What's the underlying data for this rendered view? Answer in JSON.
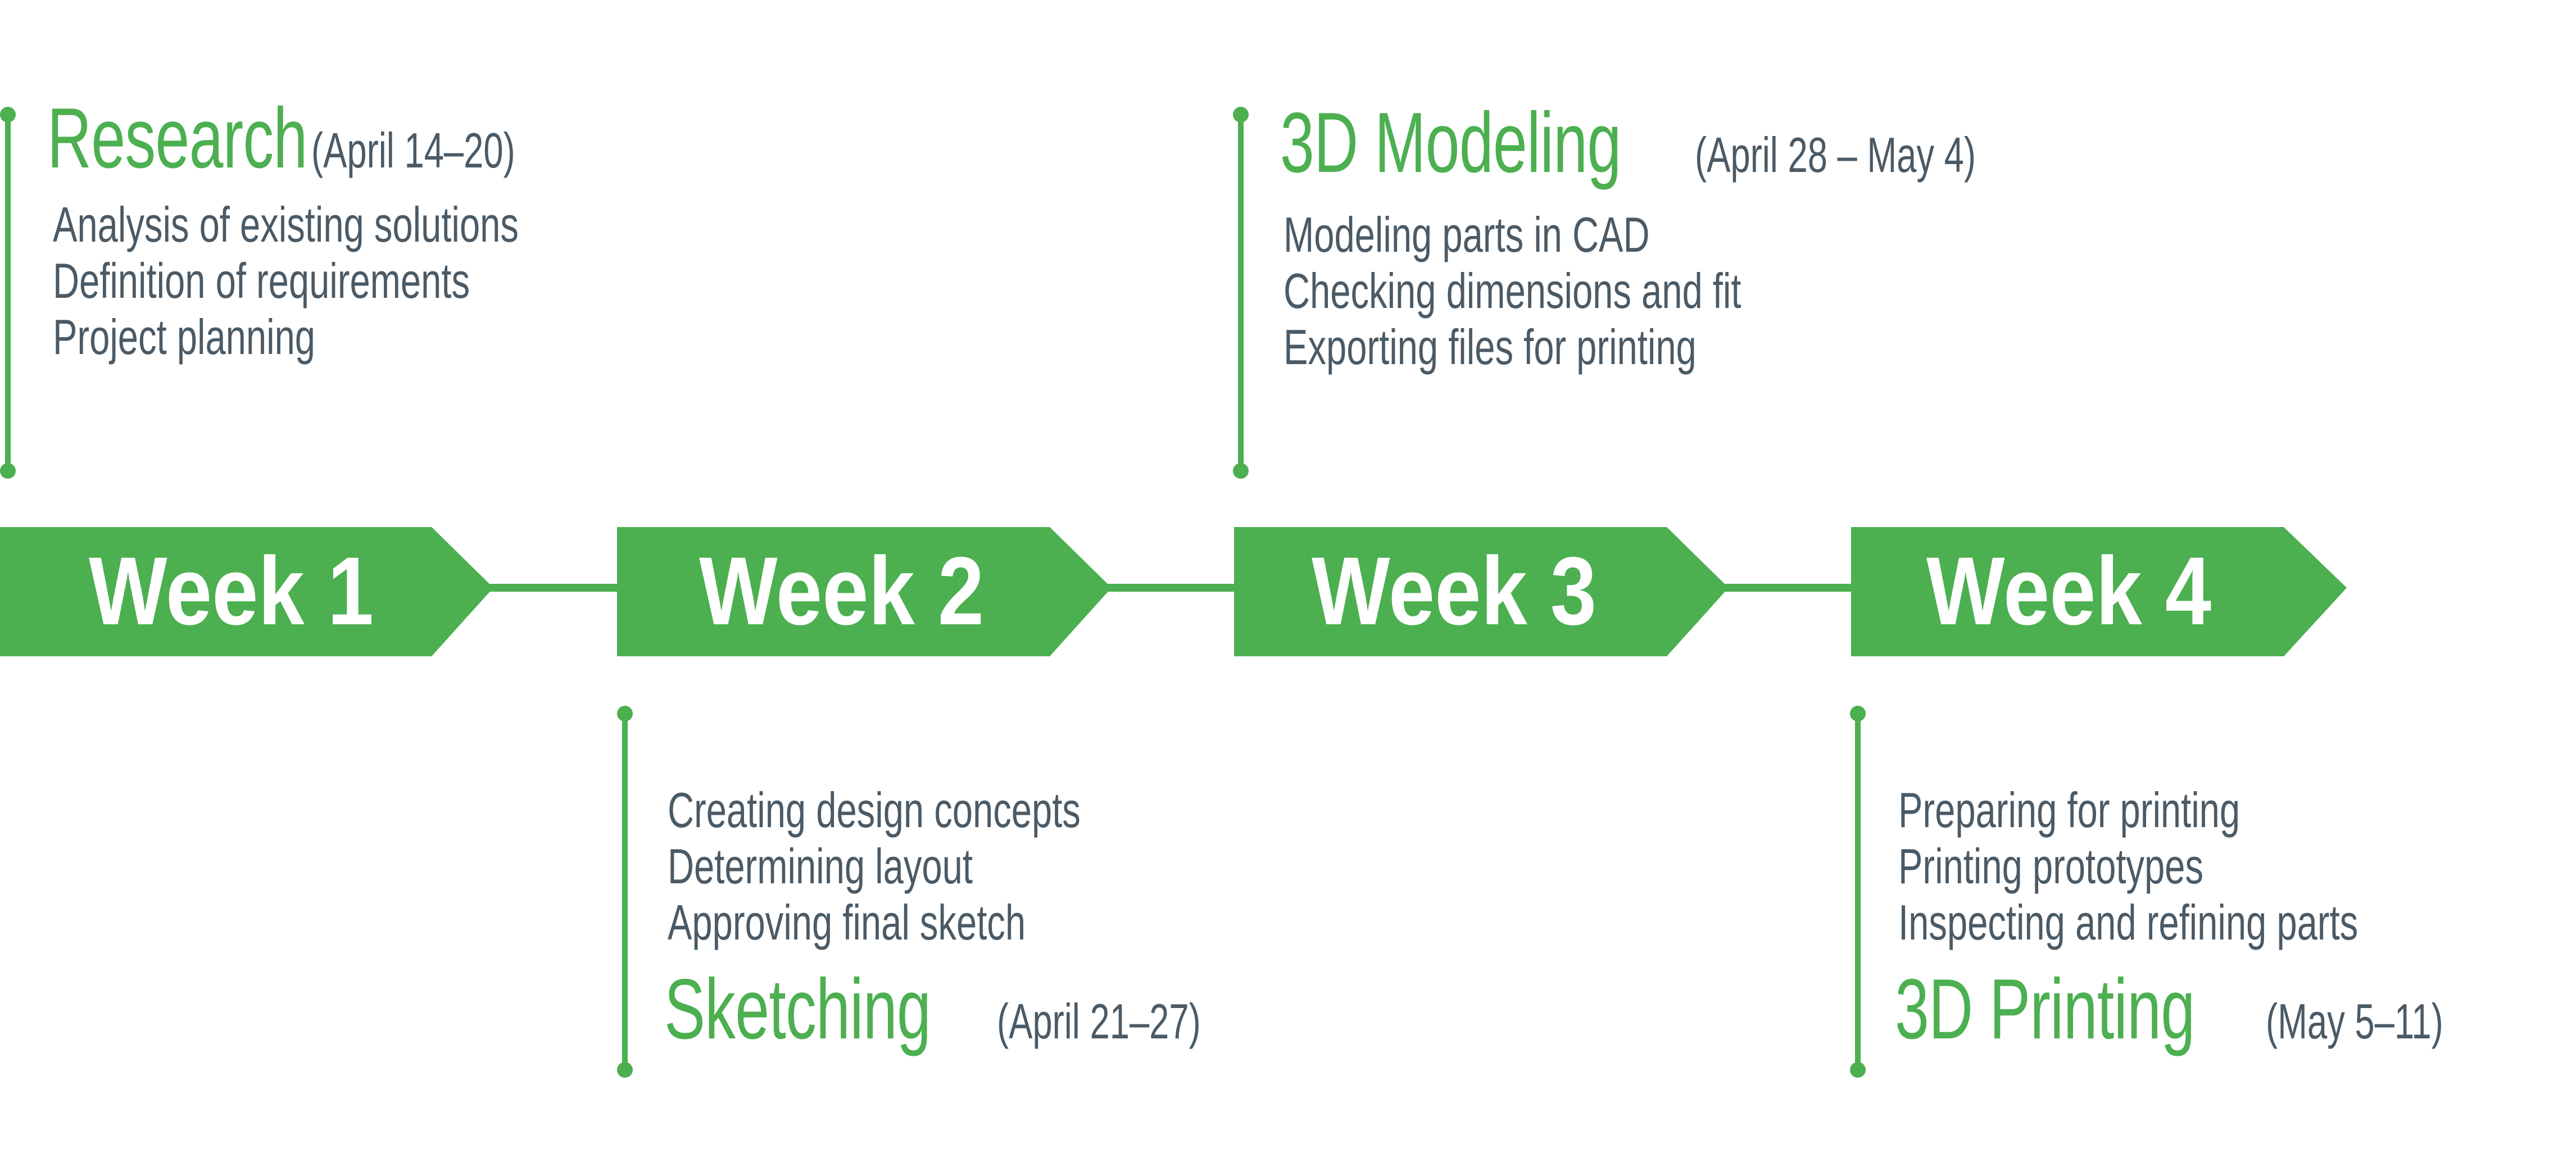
{
  "colors": {
    "accent": "#4caf50",
    "text": "#4a5a66",
    "background": "#ffffff"
  },
  "weeks": [
    {
      "label": "Week 1"
    },
    {
      "label": "Week 2"
    },
    {
      "label": "Week 3"
    },
    {
      "label": "Week 4"
    }
  ],
  "phases": [
    {
      "title": "Research",
      "dates": "(April 14–20)",
      "items": [
        "Analysis of existing solutions",
        "Definition of requirements",
        "Project planning"
      ]
    },
    {
      "title": "Sketching",
      "dates": "(April 21–27)",
      "items": [
        "Creating design concepts",
        "Determining layout",
        "Approving final sketch"
      ]
    },
    {
      "title": "3D Modeling",
      "dates": "(April 28 – May 4)",
      "items": [
        "Modeling parts in CAD",
        "Checking dimensions and fit",
        "Exporting files for printing"
      ]
    },
    {
      "title": "3D Printing",
      "dates": "(May 5–11)",
      "items": [
        "Preparing for printing",
        "Printing prototypes",
        "Inspecting and refining parts"
      ]
    }
  ]
}
